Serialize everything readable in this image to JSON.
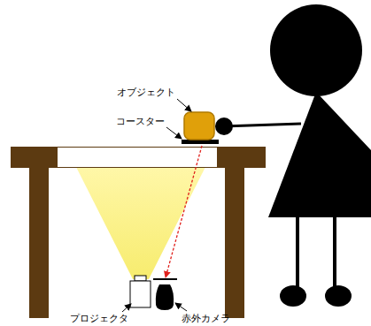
{
  "diagram": {
    "labels": [
      "オブジェクト",
      "コースター",
      "プロジェクタ",
      "赤外カメラ"
    ]
  }
}
